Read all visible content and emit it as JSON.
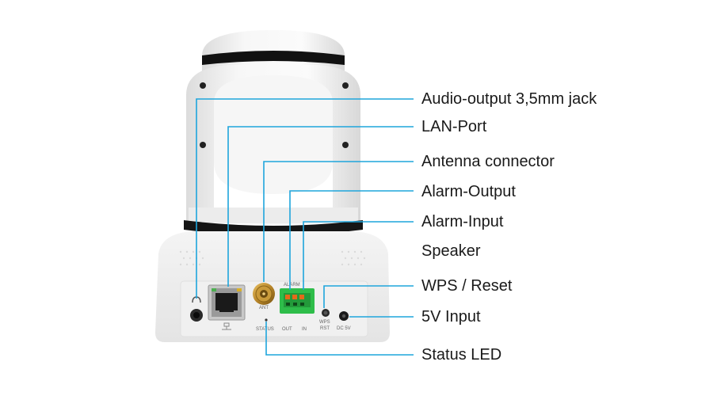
{
  "labels": {
    "audio": "Audio-output 3,5mm jack",
    "lan": "LAN-Port",
    "antenna": "Antenna connector",
    "alarm_out": "Alarm-Output",
    "alarm_in": "Alarm-Input",
    "speaker": "Speaker",
    "wps": "WPS / Reset",
    "power": "5V Input",
    "status": "Status LED"
  },
  "panel_text": {
    "ant": "ANT",
    "alarm": "ALARM",
    "status": "STATUS",
    "out": "OUT",
    "in": "IN",
    "wps": "WPS",
    "rst": "RST",
    "dc": "DC 5V"
  },
  "colors": {
    "callout_line": "#1ea5dc",
    "camera_body": "#f3f3f3",
    "dark_band": "#151515",
    "terminal_green": "#2ebd4a"
  }
}
